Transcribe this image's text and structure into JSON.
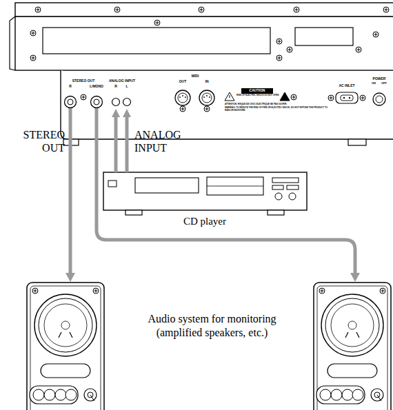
{
  "diagram": {
    "labels": [
      "MIDI",
      "OUT",
      "IN",
      "STEREO OUT",
      "R",
      "L/MONO",
      "ANALOG INPUT",
      "R",
      "L",
      "CAUTION",
      "RISK OF ELECTRIC SHOCK DO NOT OPEN",
      "AC INLET",
      "POWER",
      "ON",
      "OFF",
      "ATTENTION: RISQUE DE CHOC ELECTRIQUE NE PAS OUVRIR.",
      "WARNING: TO REDUCE THE RISK OF FIRE OR ELECTRIC SHOCK, DO NOT EXPOSE THIS PRODUCT TO RAIN OR MOISTURE.",
      "STEREO OUT",
      "ANALOG INPUT",
      "CD player",
      "Audio system for monitoring (amplified speakers, etc.)"
    ]
  }
}
